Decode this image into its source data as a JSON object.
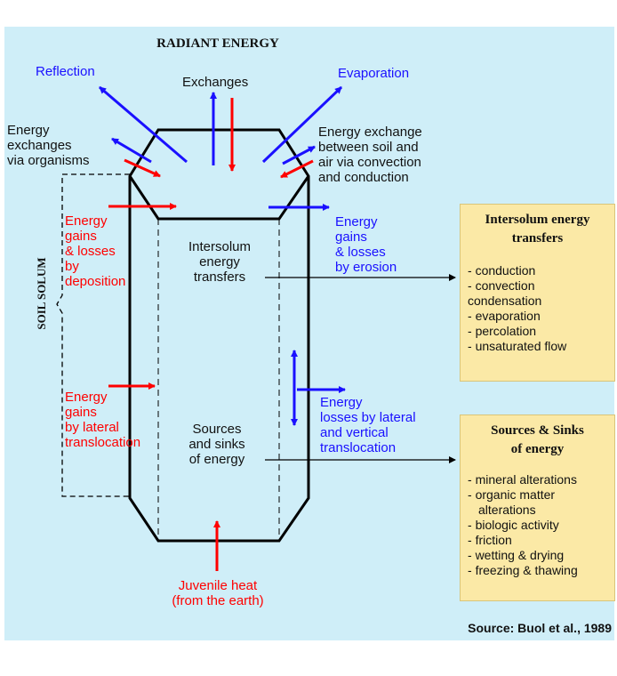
{
  "title": "RADIANT ENERGY",
  "top_labels": {
    "reflection": "Reflection",
    "exchanges": "Exchanges",
    "evaporation": "Evaporation",
    "organisms": [
      "Energy",
      "exchanges",
      "via organisms"
    ],
    "convection": [
      "Energy exchange",
      "between soil and",
      "air via convection",
      "and conduction"
    ]
  },
  "side_label": "SOIL SOLUM",
  "left_labels": {
    "deposition": [
      "Energy",
      "gains",
      "& losses",
      "by",
      "deposition"
    ],
    "lateral": [
      "Energy",
      "gains",
      "by lateral",
      "translocation"
    ]
  },
  "right_labels": {
    "erosion": [
      "Energy",
      "gains",
      "& losses",
      "by erosion"
    ],
    "losses": [
      "Energy",
      "losses by lateral",
      "and vertical",
      "translocation"
    ]
  },
  "center_labels": {
    "intersolum": [
      "Intersolum",
      "energy",
      "transfers"
    ],
    "sources": [
      "Sources",
      "and sinks",
      "of energy"
    ]
  },
  "bottom_label": [
    "Juvenile heat",
    "(from the earth)"
  ],
  "box1": {
    "title": [
      "Intersolum energy",
      "transfers"
    ],
    "items": [
      "conduction",
      "convection",
      "condensation",
      "evaporation",
      "percolation",
      "unsaturated flow"
    ]
  },
  "box2": {
    "title": [
      "Sources & Sinks",
      "of energy"
    ],
    "items": [
      "mineral alterations",
      "organic matter",
      "alterations",
      "biologic activity",
      "friction",
      "wetting & drying",
      "freezing & thawing"
    ]
  },
  "source": "Source: Buol et al., 1989",
  "colors": {
    "panel": "#cfeef8",
    "box": "#fbe9a6",
    "red": "#ff0000",
    "blue": "#1a10ff"
  }
}
